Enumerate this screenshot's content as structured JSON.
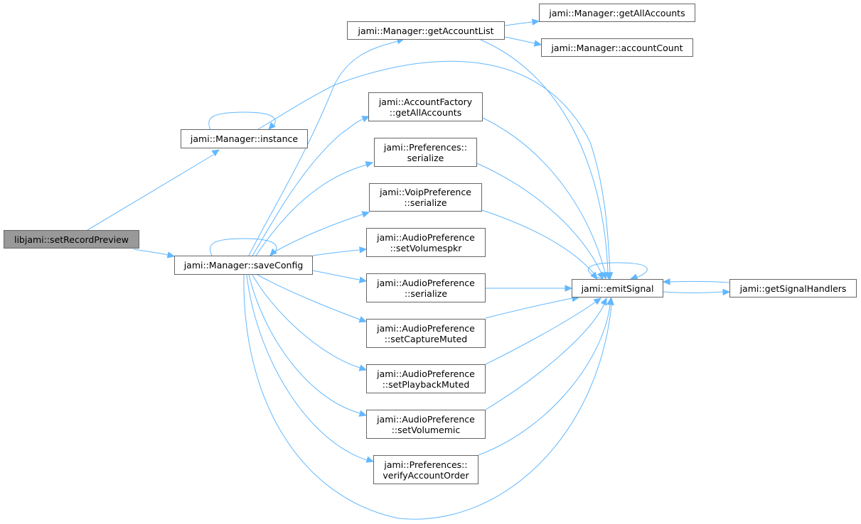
{
  "graph": {
    "edge_color": "#63b8ff",
    "node_border": "#666666",
    "root_fill": "#999999",
    "nodes": {
      "setRecordPreview": [
        "libjami::setRecordPreview"
      ],
      "instance": [
        "jami::Manager::instance"
      ],
      "saveConfig": [
        "jami::Manager::saveConfig"
      ],
      "getAccountList": [
        "jami::Manager::getAccountList"
      ],
      "mgrGetAllAccounts": [
        "jami::Manager::getAllAccounts"
      ],
      "accountCount": [
        "jami::Manager::accountCount"
      ],
      "afGetAllAccounts": [
        "jami::AccountFactory",
        "::getAllAccounts"
      ],
      "prefSerialize": [
        "jami::Preferences::",
        "serialize"
      ],
      "voipSerialize": [
        "jami::VoipPreference",
        "::serialize"
      ],
      "setVolumespkr": [
        "jami::AudioPreference",
        "::setVolumespkr"
      ],
      "audioSerialize": [
        "jami::AudioPreference",
        "::serialize"
      ],
      "setCaptureMuted": [
        "jami::AudioPreference",
        "::setCaptureMuted"
      ],
      "setPlaybackMuted": [
        "jami::AudioPreference",
        "::setPlaybackMuted"
      ],
      "setVolumemic": [
        "jami::AudioPreference",
        "::setVolumemic"
      ],
      "verifyAccountOrder": [
        "jami::Preferences::",
        "verifyAccountOrder"
      ],
      "emitSignal": [
        "jami::emitSignal"
      ],
      "getSignalHandlers": [
        "jami::getSignalHandlers"
      ]
    }
  }
}
